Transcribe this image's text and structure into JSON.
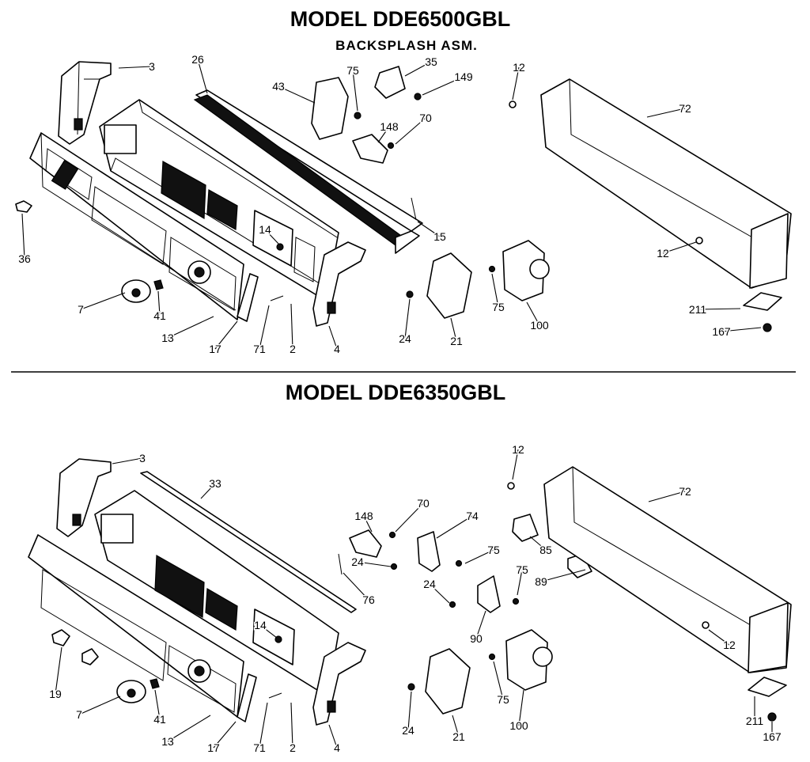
{
  "top_section": {
    "title": "MODEL DDE6500GBL",
    "subtitle": "BACKSPLASH ASM.",
    "labels": [
      "3",
      "26",
      "43",
      "75",
      "35",
      "149",
      "12",
      "72",
      "148",
      "70",
      "36",
      "14",
      "15",
      "12",
      "7",
      "41",
      "13",
      "17",
      "71",
      "2",
      "4",
      "24",
      "21",
      "75",
      "100",
      "211",
      "167"
    ]
  },
  "bottom_section": {
    "title": "MODEL DDE6350GBL",
    "labels": [
      "3",
      "33",
      "148",
      "70",
      "74",
      "12",
      "72",
      "85",
      "24",
      "75",
      "75",
      "89",
      "76",
      "24",
      "90",
      "14",
      "19",
      "7",
      "41",
      "13",
      "17",
      "71",
      "2",
      "4",
      "24",
      "21",
      "75",
      "100",
      "12",
      "211",
      "167"
    ]
  }
}
